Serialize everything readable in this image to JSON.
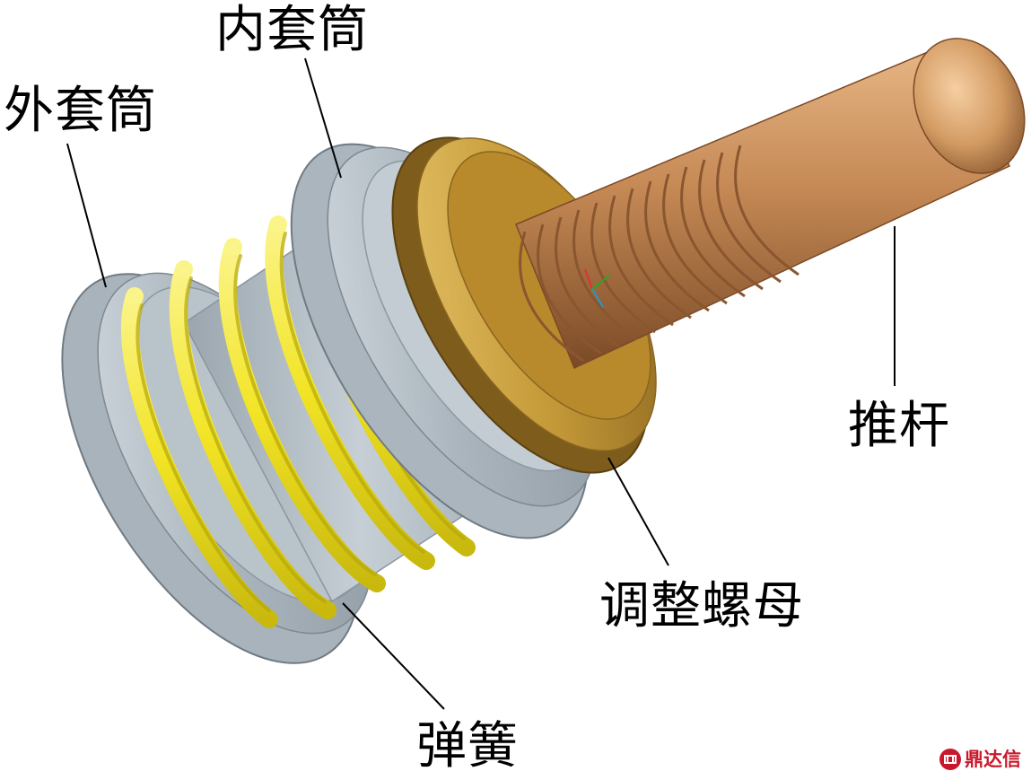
{
  "labels": {
    "inner_sleeve": "内套筒",
    "outer_sleeve": "外套筒",
    "push_rod": "推杆",
    "adjusting_nut": "调整螺母",
    "spring": "弹簧"
  },
  "watermark": {
    "text": "鼎达信"
  },
  "colors": {
    "sleeve": "#b4bfc7",
    "spring": "#f2e624",
    "nut": "#c79a3c",
    "rod": "#c98f5b",
    "watermark": "#c9182c"
  }
}
